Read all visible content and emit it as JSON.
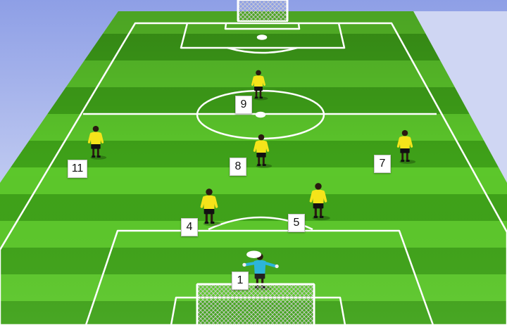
{
  "colors": {
    "sky_top": "#8e9fe6",
    "sky_bottom": "#e6ebf9",
    "grass_light": "#5cc72b",
    "grass_dark": "#3fa219",
    "lines": "#ffffff",
    "outfield_shirt": "#f5e41a",
    "outfield_shorts": "#111111",
    "keeper_shirt": "#2cb5d9",
    "keeper_shorts": "#222222",
    "skin": "#2a1a10"
  },
  "players": [
    {
      "id": "p9",
      "number": "9",
      "role": "outfield"
    },
    {
      "id": "p11",
      "number": "11",
      "role": "outfield"
    },
    {
      "id": "p8",
      "number": "8",
      "role": "outfield"
    },
    {
      "id": "p7",
      "number": "7",
      "role": "outfield"
    },
    {
      "id": "p4",
      "number": "4",
      "role": "outfield"
    },
    {
      "id": "p5",
      "number": "5",
      "role": "outfield"
    },
    {
      "id": "p1",
      "number": "1",
      "role": "goalkeeper"
    }
  ]
}
